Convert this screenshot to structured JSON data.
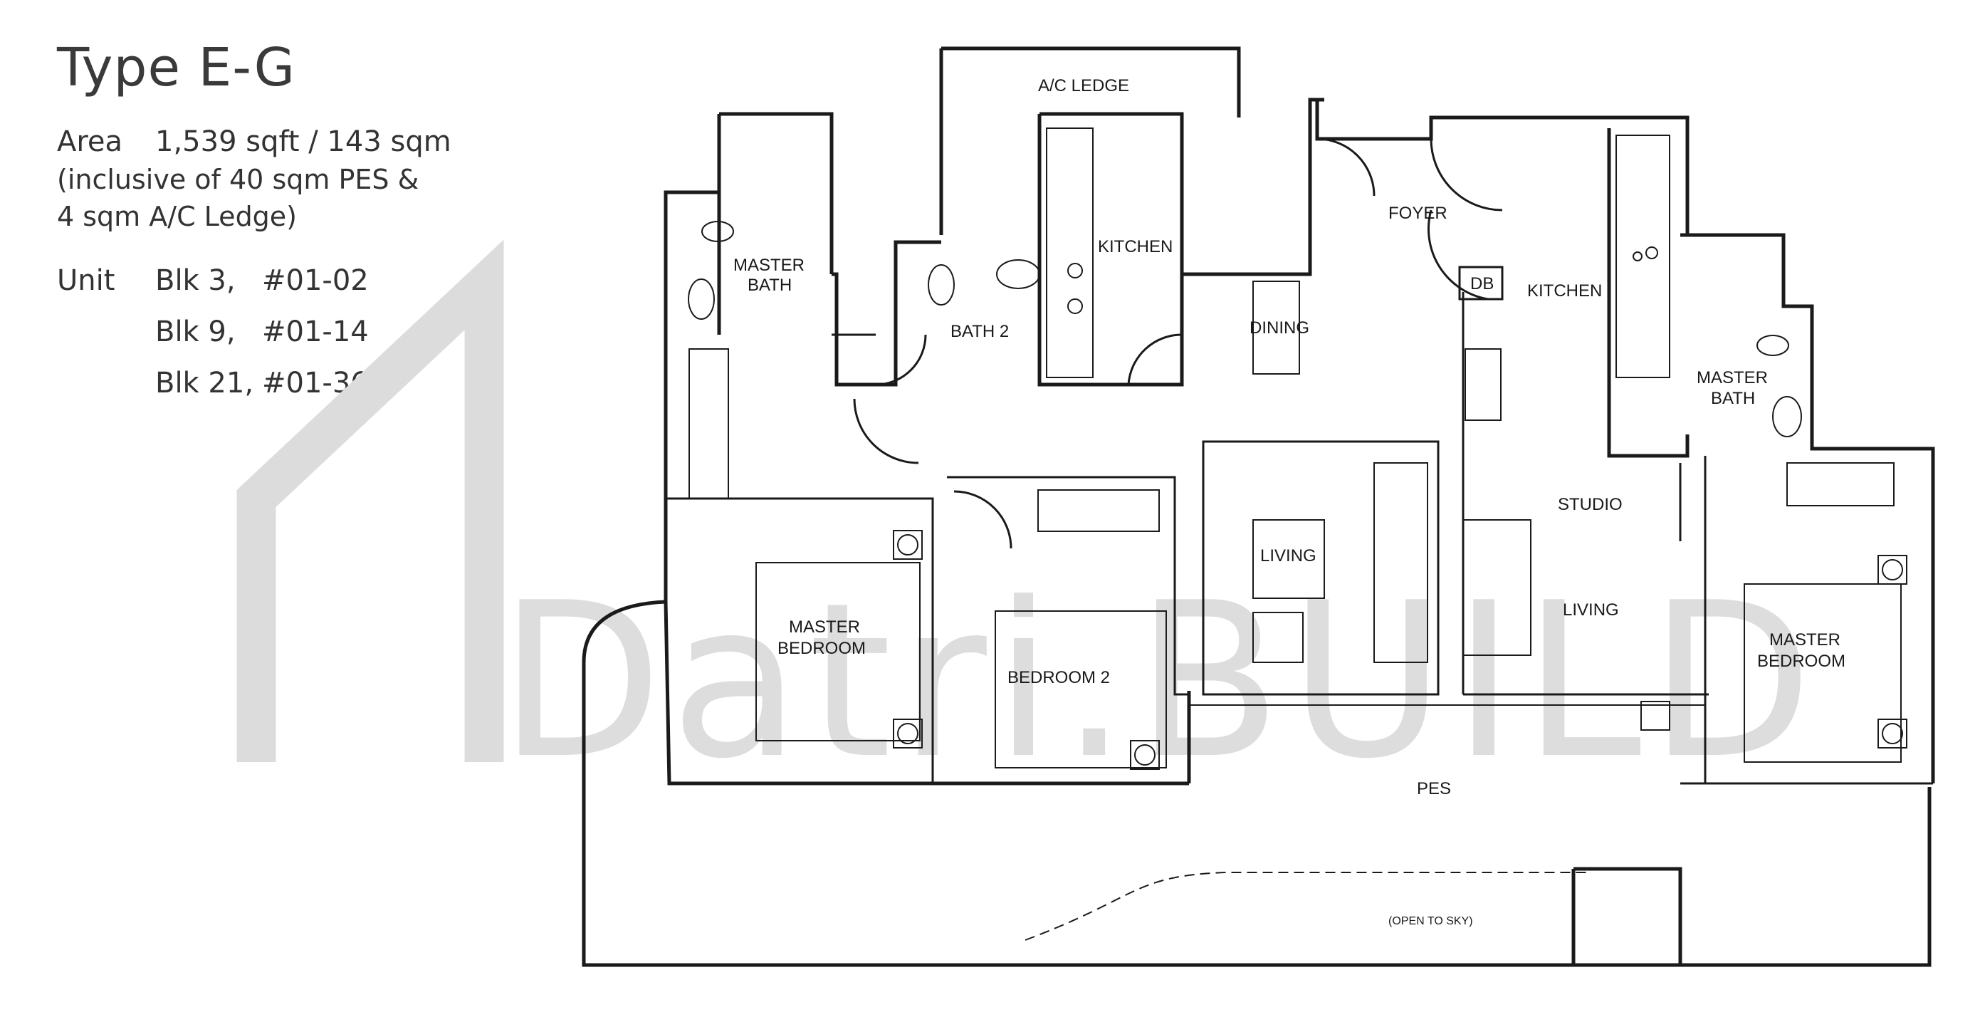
{
  "header": {
    "title": "Type E-G",
    "area_label": "Area",
    "area_value": "1,539 sqft / 143 sqm",
    "area_note_1": "(inclusive of 40 sqm PES &",
    "area_note_2": "4 sqm A/C Ledge)",
    "unit_label": "Unit",
    "units": [
      {
        "blk": "Blk 3,",
        "unit": "#01-02"
      },
      {
        "blk": "Blk 9,",
        "unit": "#01-14"
      },
      {
        "blk": "Blk 21,",
        "unit": "#01-36"
      }
    ]
  },
  "rooms": {
    "ac_ledge": "A/C LEDGE",
    "master_bath_1a": "MASTER",
    "master_bath_1b": "BATH",
    "bath_2": "BATH 2",
    "kitchen_1": "KITCHEN",
    "dining": "DINING",
    "foyer": "FOYER",
    "db": "DB",
    "kitchen_2": "KITCHEN",
    "master_bath_2a": "MASTER",
    "master_bath_2b": "BATH",
    "studio": "STUDIO",
    "living_1": "LIVING",
    "living_2": "LIVING",
    "master_bedroom_1a": "MASTER",
    "master_bedroom_1b": "BEDROOM",
    "bedroom_2": "BEDROOM 2",
    "master_bedroom_2a": "MASTER",
    "master_bedroom_2b": "BEDROOM",
    "pes": "PES",
    "open_to_sky": "(OPEN TO SKY)"
  },
  "watermark": "Datri.BUILD",
  "colors": {
    "line": "#1a1a1a",
    "watermark": "#d8d8d8"
  }
}
